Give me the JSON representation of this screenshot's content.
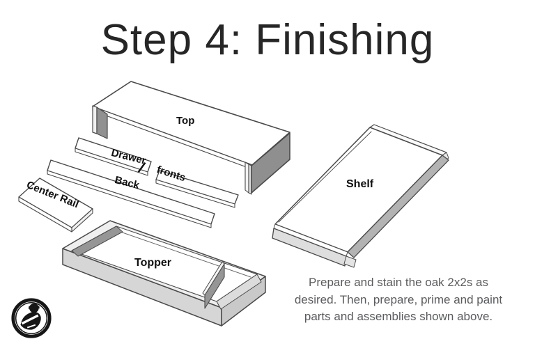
{
  "title": "Step 4: Finishing",
  "labels": {
    "top": "Top",
    "drawer": "Drawer",
    "slash": "/",
    "fronts": "fronts",
    "back": "Back",
    "center_rail": "Center Rail",
    "topper": "Topper",
    "shelf": "Shelf"
  },
  "note": {
    "line1": "Prepare and stain the oak 2x2s as",
    "line2": "desired. Then, prepare, prime and paint",
    "line3": "parts and assemblies shown above."
  },
  "icons": {
    "logo": "woodworker-stamp-icon"
  },
  "colors": {
    "background": "#ffffff",
    "outline": "#4a4a4a",
    "face_light": "#d9d9d9",
    "face_medium": "#b3b3b3",
    "face_dark": "#8f8f8f",
    "title_text": "#262626",
    "note_text": "#5a5b5e",
    "label_text": "#101010"
  }
}
